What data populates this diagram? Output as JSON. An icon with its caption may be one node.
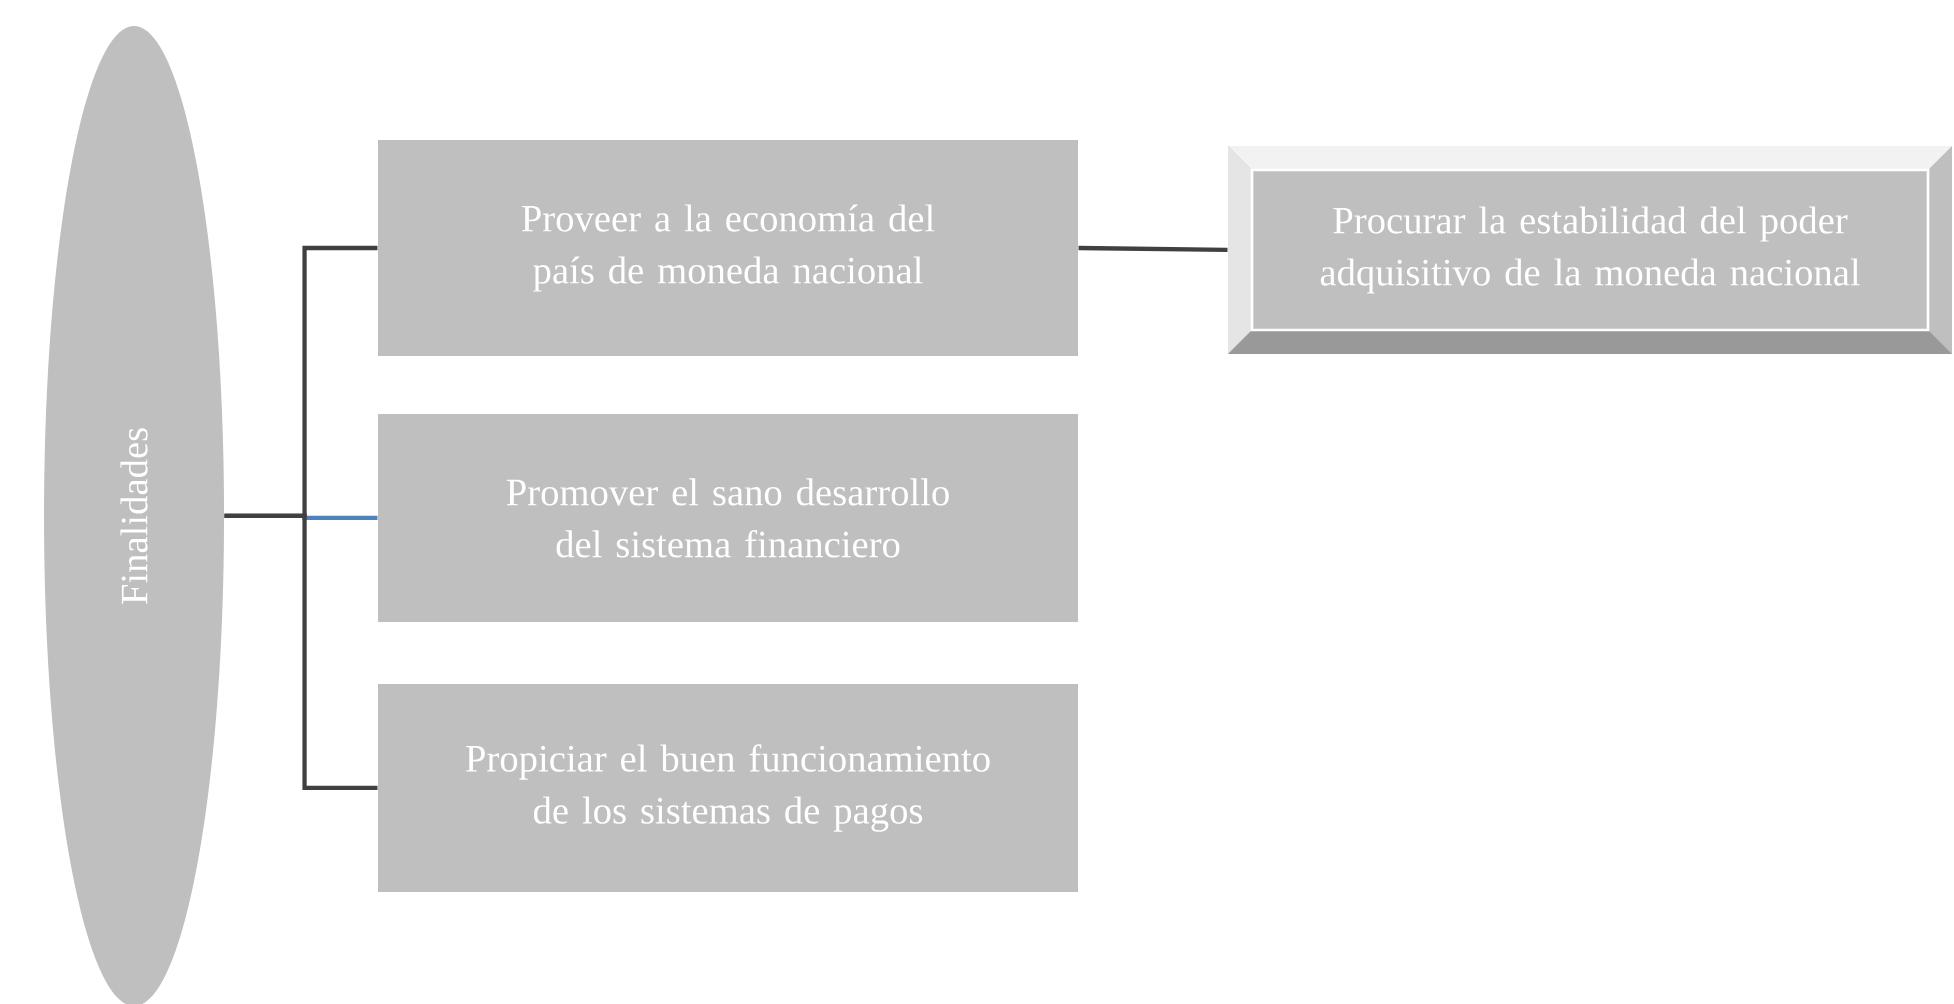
{
  "diagram": {
    "nodes": [
      {
        "text": [
          "Finalidades"
        ]
      },
      {
        "text": [
          "Proveer a la economía del país de moneda nacional"
        ]
      },
      {
        "text": [
          "Promover el sano desarrollo del sistema financiero"
        ]
      },
      {
        "text": [
          "Propiciar el buen funcionamiento de los sistemas de pagos"
        ]
      },
      {
        "text": [
          "Procurar la estabilidad del poder adquisitivo de la moneda nacional"
        ]
      }
    ],
    "edges": [
      {
        "from": 0,
        "to": 1,
        "arrow": "none"
      },
      {
        "from": 0,
        "to": 2,
        "arrow": "none",
        "color": "#4f81bd"
      },
      {
        "from": 0,
        "to": 3,
        "arrow": "none"
      },
      {
        "from": 1,
        "to": 4,
        "arrow": "none"
      }
    ]
  }
}
